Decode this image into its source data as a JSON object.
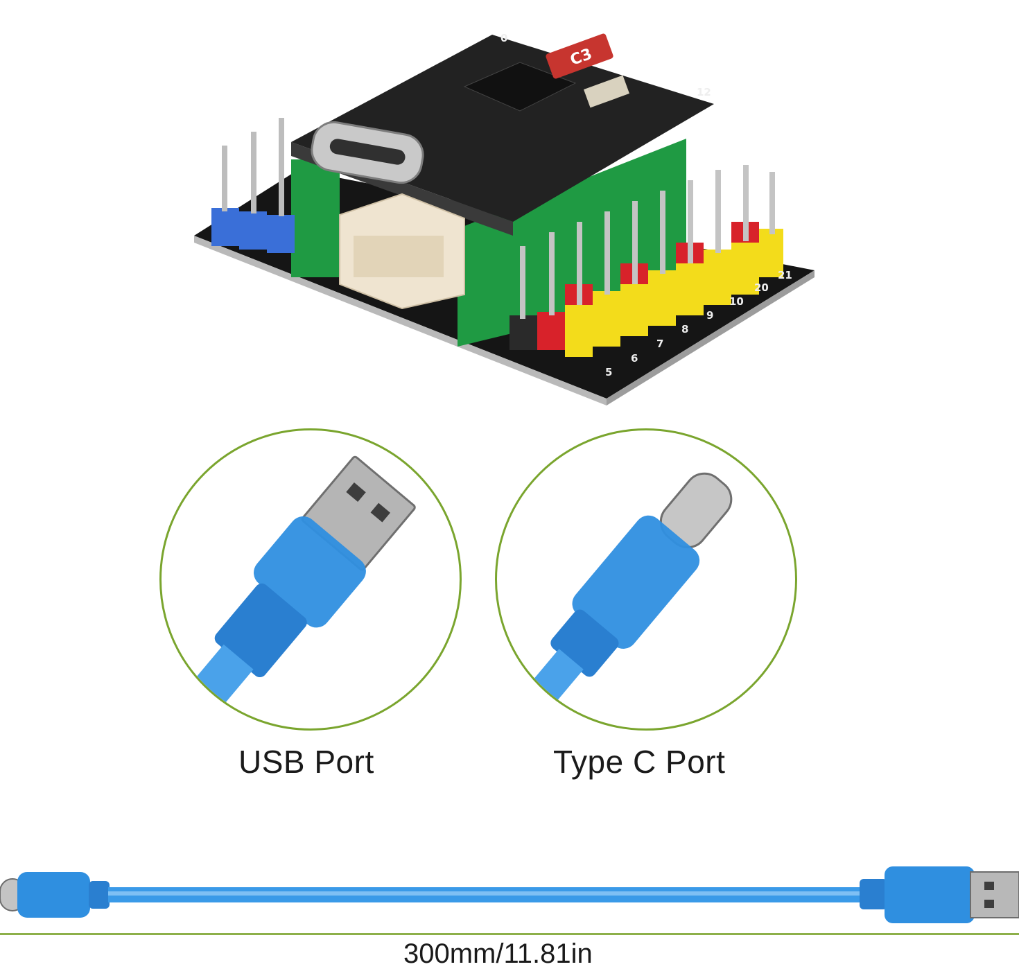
{
  "board": {
    "chip_label": "C3",
    "pin_numbers": [
      "5",
      "6",
      "7",
      "8",
      "9",
      "10",
      "20",
      "21"
    ],
    "top_pin_numbers": [
      "0",
      "12"
    ]
  },
  "ports": {
    "usb_label": "USB Port",
    "typec_label": "Type C Port"
  },
  "cable": {
    "length_label": "300mm/11.81in"
  },
  "colors": {
    "ring": "#7aa52e",
    "cable_blue": "#2f8fe0",
    "header_yellow": "#f3dc1b",
    "header_red": "#d8222a",
    "header_blue": "#3a6fd8",
    "pcb_green": "#1f9a43"
  }
}
